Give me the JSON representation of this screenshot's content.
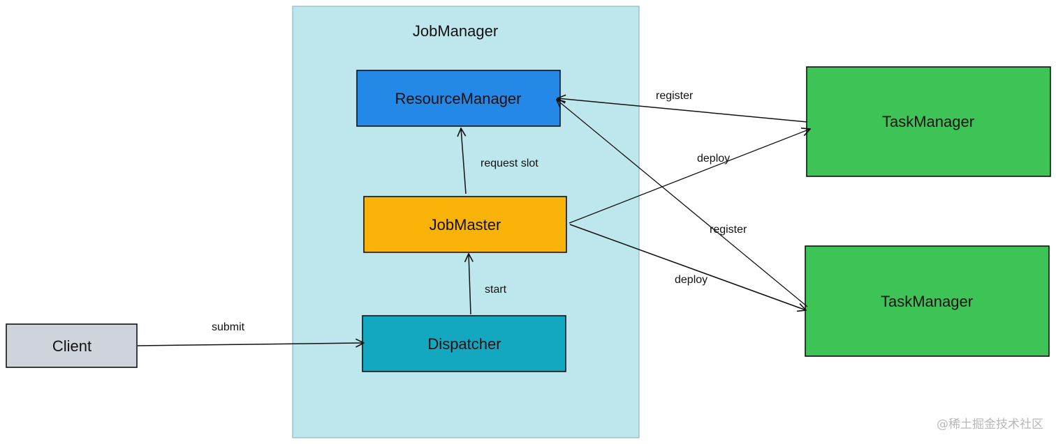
{
  "container": {
    "label": "JobManager",
    "color": "#bde6ed"
  },
  "nodes": {
    "resource_manager": {
      "label": "ResourceManager",
      "color": "#2489e6"
    },
    "job_master": {
      "label": "JobMaster",
      "color": "#f9b208"
    },
    "dispatcher": {
      "label": "Dispatcher",
      "color": "#13a8c0"
    },
    "client": {
      "label": "Client",
      "color": "#cfd3dc"
    },
    "task_manager_1": {
      "label": "TaskManager",
      "color": "#3ec356"
    },
    "task_manager_2": {
      "label": "TaskManager",
      "color": "#3ec356"
    }
  },
  "edges": {
    "submit": {
      "label": "submit",
      "from": "Client",
      "to": "Dispatcher"
    },
    "start": {
      "label": "start",
      "from": "Dispatcher",
      "to": "JobMaster"
    },
    "request_slot": {
      "label": "request slot",
      "from": "JobMaster",
      "to": "ResourceManager"
    },
    "register_1": {
      "label": "register",
      "from": "TaskManager",
      "to": "ResourceManager"
    },
    "deploy_1": {
      "label": "deploy",
      "from": "JobMaster",
      "to": "TaskManager"
    },
    "register_2": {
      "label": "register",
      "from": "TaskManager",
      "to": "ResourceManager"
    },
    "deploy_2": {
      "label": "deploy",
      "from": "JobMaster",
      "to": "TaskManager"
    }
  },
  "watermark": "@稀土掘金技术社区"
}
